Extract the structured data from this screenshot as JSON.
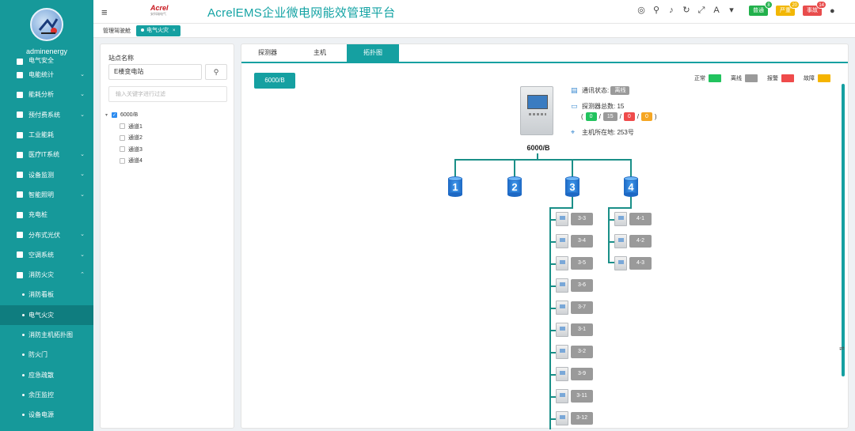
{
  "user": {
    "name": "adminenergy"
  },
  "app": {
    "title": "AcrelEMS企业微电网能效管理平台",
    "logo_text": "Acrel",
    "logo_sub": "安科瑞电气"
  },
  "badges": [
    {
      "label": "普通",
      "count": "8",
      "color": "#22b14c"
    },
    {
      "label": "严重",
      "count": "20",
      "color": "#f2b705"
    },
    {
      "label": "事故",
      "count": "14",
      "color": "#e84c4c"
    }
  ],
  "menu": {
    "items": [
      {
        "label": "电气安全"
      },
      {
        "label": "电能统计"
      },
      {
        "label": "能耗分析"
      },
      {
        "label": "预付费系统"
      },
      {
        "label": "工业能耗"
      },
      {
        "label": "医疗IT系统"
      },
      {
        "label": "设备监测"
      },
      {
        "label": "智能照明"
      },
      {
        "label": "充电桩"
      },
      {
        "label": "分布式光伏"
      },
      {
        "label": "空调系统"
      },
      {
        "label": "消防火灾"
      }
    ],
    "subitems": [
      {
        "label": "消防看板"
      },
      {
        "label": "电气火灾"
      },
      {
        "label": "消防主机拓扑图"
      },
      {
        "label": "防火门"
      },
      {
        "label": "应急疏散"
      },
      {
        "label": "余压监控"
      },
      {
        "label": "设备电源"
      }
    ]
  },
  "tabs": {
    "home": "管理驾驶舱",
    "active": "电气火灾"
  },
  "left": {
    "station_label": "站点名称",
    "station_value": "E楼变电站",
    "filter_placeholder": "输入关键字进行过滤",
    "tree": {
      "root": "6000/B",
      "children": [
        "通道1",
        "通道2",
        "通道3",
        "通道4"
      ]
    }
  },
  "main": {
    "tabs": [
      "探测器",
      "主机",
      "拓扑图"
    ],
    "host_button": "6000/B",
    "legend": [
      {
        "label": "正常",
        "color": "#22c35e"
      },
      {
        "label": "离线",
        "color": "#9a9a9a"
      },
      {
        "label": "报警",
        "color": "#ef4b4b"
      },
      {
        "label": "故障",
        "color": "#f5b400"
      }
    ],
    "host": {
      "name": "6000/B",
      "comm_label": "通讯状态:",
      "comm_value": "离线",
      "detector_label": "探测器总数:",
      "detector_total": "15",
      "counts": [
        "0",
        "15",
        "0",
        "0"
      ],
      "location_label": "主机所在地:",
      "location_value": "253号"
    },
    "channels": [
      "1",
      "2",
      "3",
      "4"
    ],
    "channel3_detectors": [
      "3-3",
      "3-4",
      "3-5",
      "3-6",
      "3-7",
      "3-1",
      "3-2",
      "3-9",
      "3-11",
      "3-12"
    ],
    "channel4_detectors": [
      "4-1",
      "4-2",
      "4-3"
    ]
  }
}
